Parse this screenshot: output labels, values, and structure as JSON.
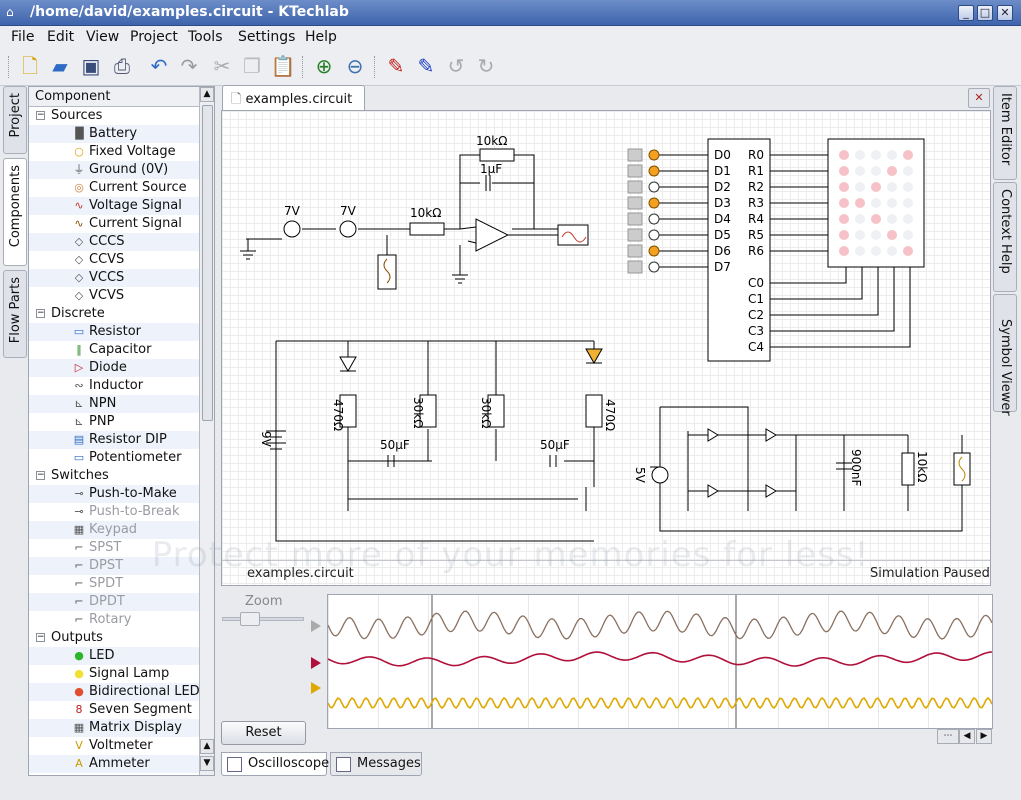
{
  "window": {
    "title": "/home/david/examples.circuit - KTechlab",
    "buttons": [
      "_",
      "□",
      "✕"
    ]
  },
  "menubar": [
    "File",
    "Edit",
    "View",
    "Project",
    "Tools",
    "Settings",
    "Help"
  ],
  "toolbar": [
    {
      "icon": "new-file-icon"
    },
    {
      "icon": "open-folder-icon"
    },
    {
      "icon": "save-icon"
    },
    {
      "icon": "print-icon"
    },
    {
      "icon": "undo-icon"
    },
    {
      "icon": "redo-icon"
    },
    {
      "icon": "cut-icon"
    },
    {
      "icon": "copy-icon"
    },
    {
      "icon": "paste-icon"
    },
    {
      "icon": "zoom-in-icon"
    },
    {
      "icon": "zoom-out-icon"
    },
    {
      "icon": "pen-red-icon"
    },
    {
      "icon": "pen-blue-icon"
    },
    {
      "icon": "rotate-ccw-icon"
    },
    {
      "icon": "rotate-cw-icon"
    }
  ],
  "left_tabs": [
    "Project",
    "Components",
    "Flow Parts"
  ],
  "right_tabs": [
    "Item Editor",
    "Context Help",
    "Symbol Viewer"
  ],
  "component_panel": {
    "header": "Component",
    "categories": [
      {
        "name": "Sources",
        "items": [
          "Battery",
          "Fixed Voltage",
          "Ground (0V)",
          "Current Source",
          "Voltage Signal",
          "Current Signal",
          "CCCS",
          "CCVS",
          "VCCS",
          "VCVS"
        ]
      },
      {
        "name": "Discrete",
        "items": [
          "Resistor",
          "Capacitor",
          "Diode",
          "Inductor",
          "NPN",
          "PNP",
          "Resistor DIP",
          "Potentiometer"
        ]
      },
      {
        "name": "Switches",
        "items": [
          "Push-to-Make",
          "Push-to-Break",
          "Keypad",
          "SPST",
          "DPST",
          "SPDT",
          "DPDT",
          "Rotary"
        ]
      },
      {
        "name": "Outputs",
        "items": [
          "LED",
          "Signal Lamp",
          "Bidirectional LED",
          "Seven Segment",
          "Matrix Display",
          "Voltmeter",
          "Ammeter"
        ]
      }
    ],
    "disabled_items": [
      "Push-to-Break",
      "Keypad",
      "SPST",
      "DPST",
      "SPDT",
      "DPDT",
      "Rotary"
    ]
  },
  "document_tab": "examples.circuit",
  "circuit_labels": {
    "v1": "7V",
    "v2": "7V",
    "r_in": "10kΩ",
    "r_fb": "10kΩ",
    "c_fb": "1μF",
    "r1": "470Ω",
    "r2": "30kΩ",
    "r3": "30kΩ",
    "r4": "470Ω",
    "c1": "50μF",
    "c2": "50μF",
    "batt": "9V",
    "src5v": "5V",
    "c900": "900nF",
    "r10k": "10kΩ",
    "mux_inputs": [
      "D0",
      "D1",
      "D2",
      "D3",
      "D4",
      "D5",
      "D6",
      "D7"
    ],
    "mux_rows": [
      "R0",
      "R1",
      "R2",
      "R3",
      "R4",
      "R5",
      "R6"
    ],
    "mux_cols": [
      "C0",
      "C1",
      "C2",
      "C3",
      "C4"
    ]
  },
  "status": {
    "file": "examples.circuit",
    "state": "Simulation Paused"
  },
  "oscilloscope": {
    "zoom_label": "Zoom",
    "reset_label": "Reset",
    "probe_colors": [
      "#a08878",
      "#b0103a",
      "#e0a800"
    ]
  },
  "bottom_tabs": [
    "Oscilloscope",
    "Messages"
  ],
  "watermark": "Protect more of your memories for less!"
}
